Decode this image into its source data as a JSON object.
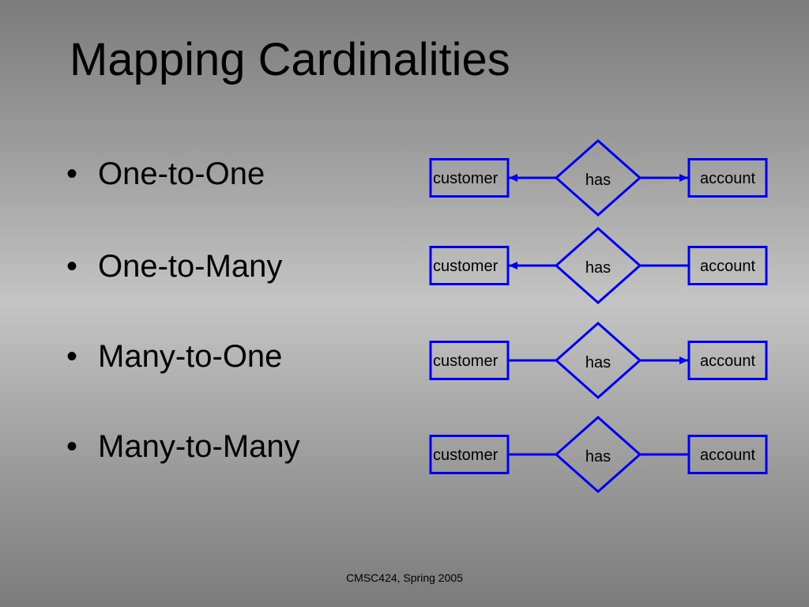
{
  "slide": {
    "title": "Mapping Cardinalities",
    "footer": "CMSC424, Spring 2005"
  },
  "bullet_symbol": "•",
  "bullets": [
    "One-to-One",
    "One-to-Many",
    "Many-to-One",
    "Many-to-Many"
  ],
  "diagrams": [
    {
      "left_entity": "customer",
      "relationship": "has",
      "right_entity": "account",
      "left_arrow": true,
      "right_arrow": true
    },
    {
      "left_entity": "customer",
      "relationship": "has",
      "right_entity": "account",
      "left_arrow": true,
      "right_arrow": false
    },
    {
      "left_entity": "customer",
      "relationship": "has",
      "right_entity": "account",
      "left_arrow": false,
      "right_arrow": true
    },
    {
      "left_entity": "customer",
      "relationship": "has",
      "right_entity": "account",
      "left_arrow": false,
      "right_arrow": false
    }
  ],
  "colors": {
    "stroke": "#0000ee",
    "entity_fill": "none",
    "relationship_fill": "none"
  }
}
